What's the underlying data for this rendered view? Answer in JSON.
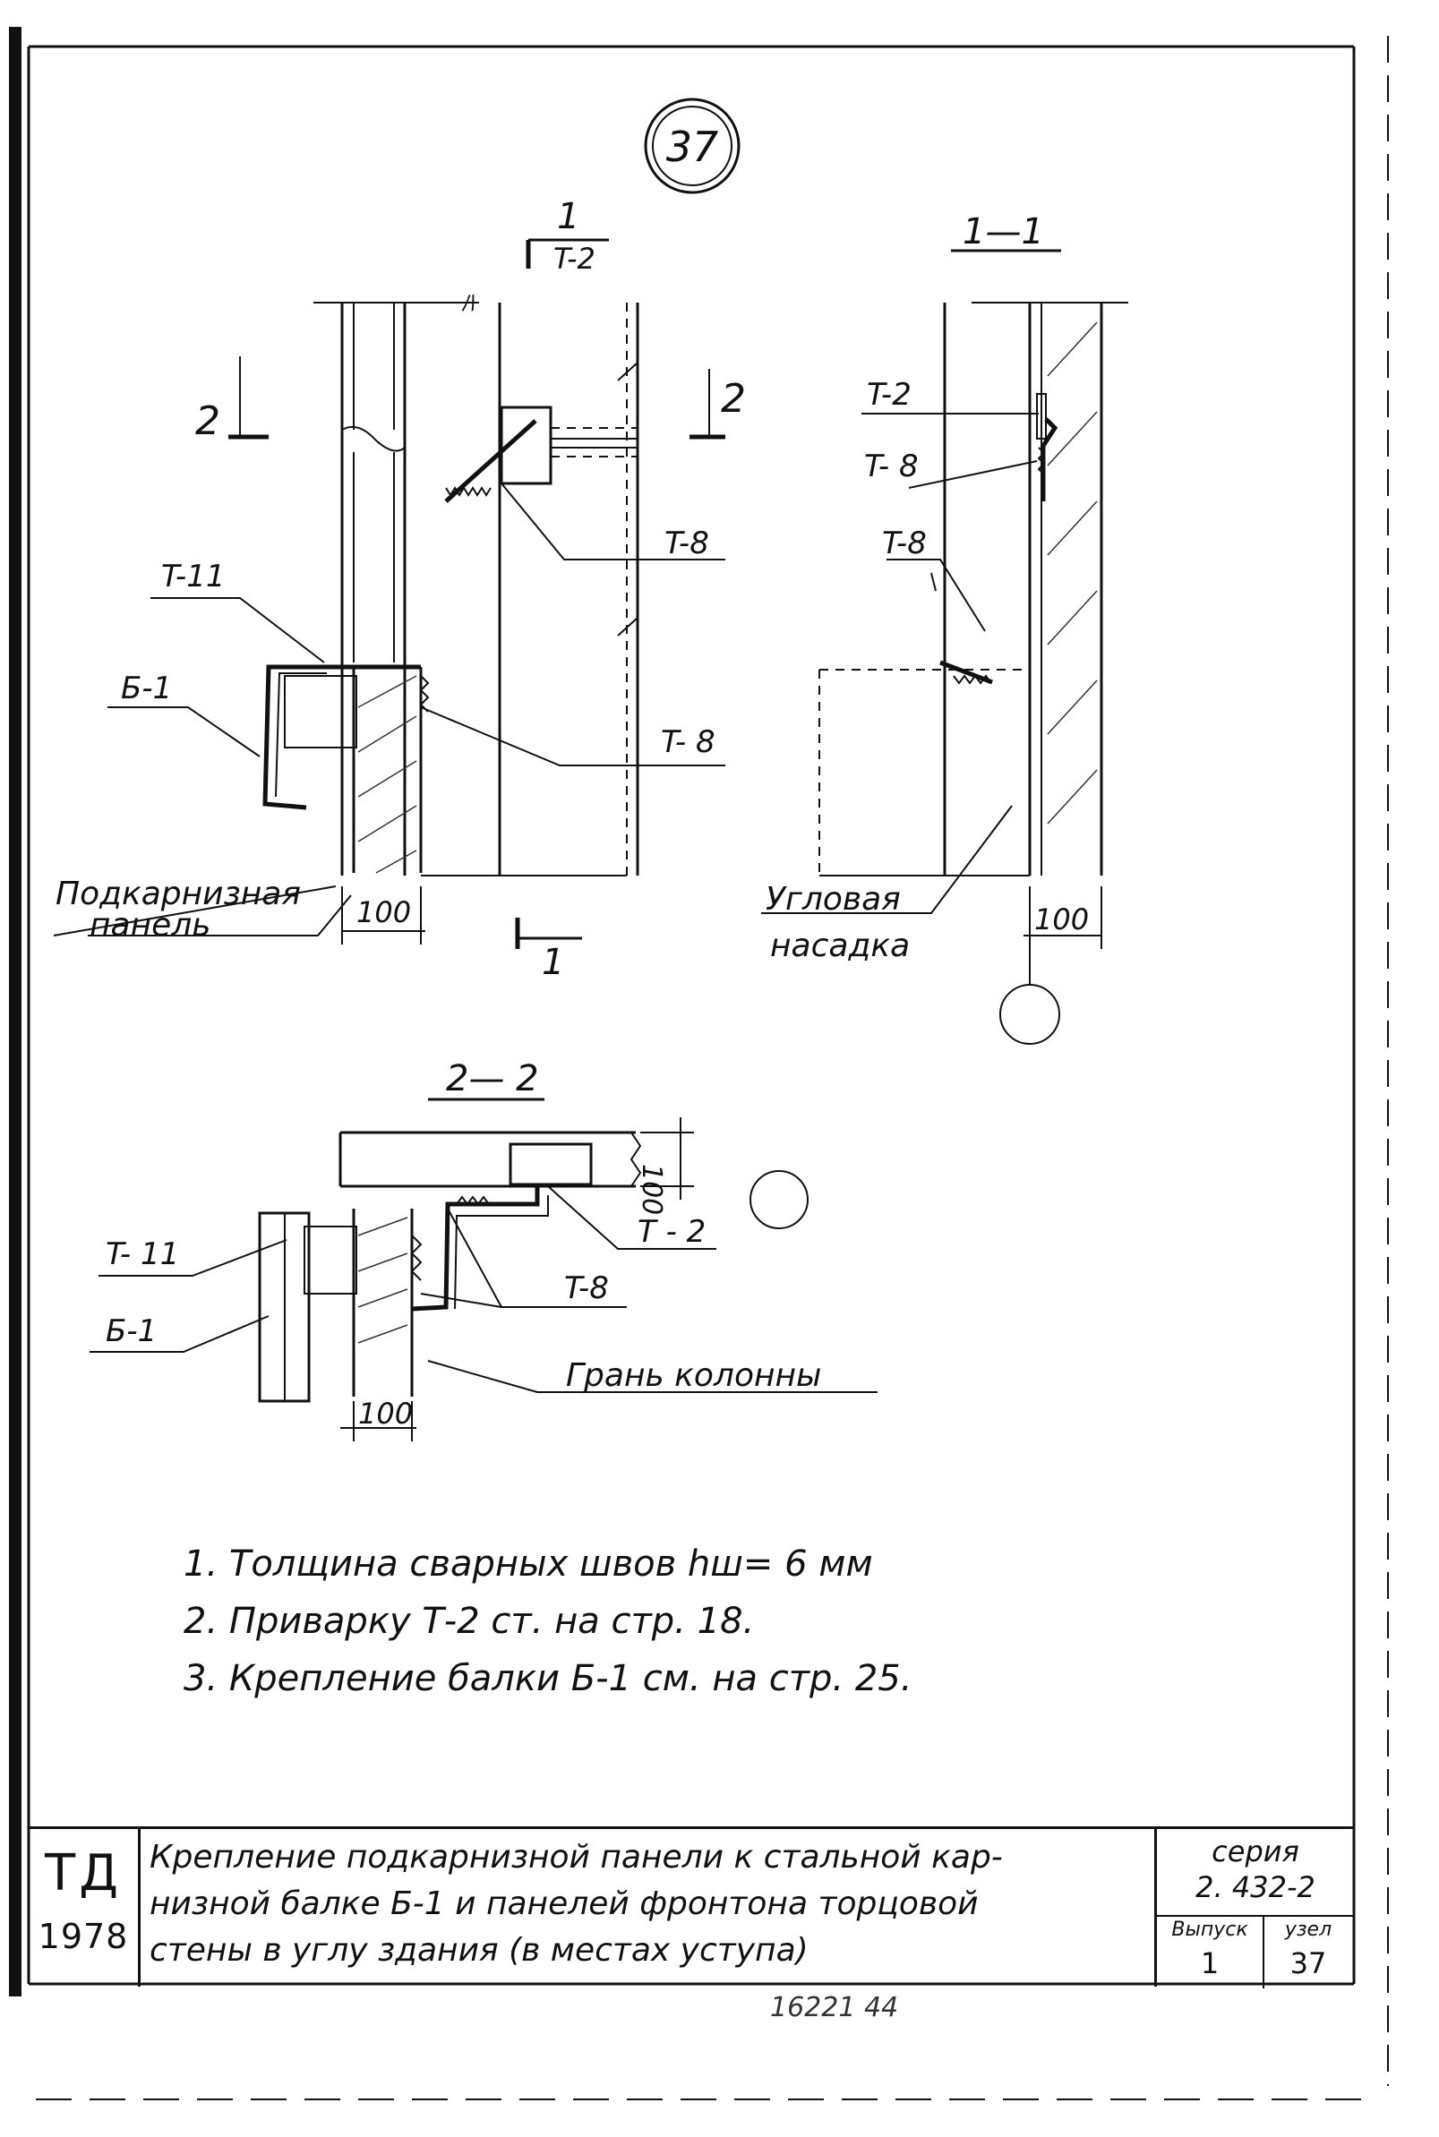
{
  "sheet_number": "37",
  "views": {
    "front": {
      "section_mark": "1",
      "section_mark_bottom": "1",
      "section_ref": "T-2",
      "cut_mark_left": "2",
      "cut_mark_right": "2",
      "labels": {
        "t8_upper": "T-8",
        "t11": "T-11",
        "b1": "Б-1",
        "t8_lower": "T- 8",
        "panel_line1": "Подкарнизная",
        "panel_line2": "панель",
        "dim": "100"
      }
    },
    "section_1_1": {
      "title": "1—1",
      "labels": {
        "t2": "T-2",
        "t8_a": "T- 8",
        "t8_b": "T-8",
        "corner_line1": "Угловая",
        "corner_line2": "насадка",
        "dim": "100"
      }
    },
    "section_2_2": {
      "title": "2— 2",
      "labels": {
        "t11": "T- 11",
        "b1": "Б-1",
        "t2": "T - 2",
        "t8": "T-8",
        "column_face": "Грань колонны",
        "dim_bottom": "100",
        "dim_side": "100"
      }
    }
  },
  "notes": [
    "1. Толщина    сварных    швов   hш= 6 мм",
    "2. Приварку   Т-2  ст.    на    стр. 18.",
    "3. Крепление   балки   Б-1  см.   на   стр.  25."
  ],
  "title_block": {
    "org": "ТД",
    "year": "1978",
    "title_lines": [
      "Крепление подкарнизной панели к стальной  кар-",
      "низной балке Б-1 и панелей фронтона торцовой",
      "стены в углу здания (в местах уступа)"
    ],
    "series_label": "серия",
    "series_value": "2. 432-2",
    "issue_label": "Выпуск",
    "issue_value": "1",
    "node_label": "узел",
    "node_value": "37"
  },
  "archive_number": "16221    44"
}
